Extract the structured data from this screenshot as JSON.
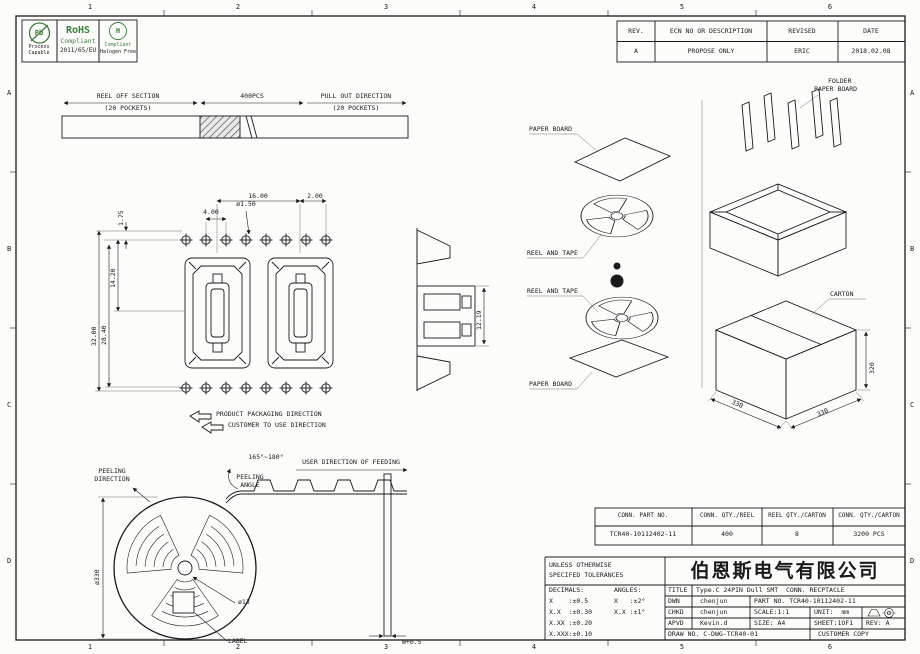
{
  "zones": {
    "cols": [
      "1",
      "2",
      "3",
      "4",
      "5",
      "6"
    ],
    "rows": [
      "A",
      "B",
      "C",
      "D"
    ]
  },
  "badges": {
    "pb": {
      "symbol": "Pb",
      "line1": "Process",
      "line2": "Capable"
    },
    "rohs": {
      "title": "RoHS",
      "line1": "Compliant",
      "line2": "2011/65/EU"
    },
    "halogen": {
      "symbol": "H",
      "line1": "Compliant",
      "line2": "Halogen Free"
    }
  },
  "revision_table": {
    "headers": {
      "rev": "REV.",
      "desc": "ECN NO OR DESCRIPTION",
      "revised": "REVISED",
      "date": "DATE"
    },
    "rows": [
      {
        "rev": "A",
        "desc": "PROPOSE ONLY",
        "revised": "ERIC",
        "date": "2018.02.08"
      }
    ]
  },
  "tape_strip": {
    "reel_off": "REEL OFF SECTION",
    "reel_off_sub": "(20 POCKETS)",
    "qty": "400PCS",
    "pull_out": "PULL OUT DIRECTION",
    "pull_out_sub": "(20 POCKETS)"
  },
  "carrier_tape": {
    "dim_pitch": "16.00",
    "dim_2": "2.00",
    "dim_4": "4.00",
    "dim_hole": "ø1.50",
    "dim_175": "1.75",
    "dim_1420": "14.20",
    "dim_3200": "32.00",
    "dim_2840": "28.40",
    "dim_1219": "12.19",
    "note1": "PRODUCT PACKAGING DIRECTION",
    "note2": "CUSTOMER TO USE DIRECTION"
  },
  "packing": {
    "paper_board_top": "PAPER BOARD",
    "reel_tape_1": "REEL AND TAPE",
    "reel_tape_2": "REEL AND TAPE",
    "paper_board_bottom": "PAPER BOARD",
    "folder1": "FOLDER",
    "folder2": "PAPER BOARD",
    "carton": "CARTON",
    "dim_left": "330",
    "dim_right": "330",
    "dim_height": "320"
  },
  "reel": {
    "peeling1": "PEELING",
    "peeling2": "DIRECTION",
    "angle_range": "165°~180°",
    "pangle1": "PEELING",
    "pangle2": "ANGLE",
    "feeding": "USER DIRECTION OF FEEDING",
    "dia": "ø330",
    "hole": "ø13",
    "label": "LABEL",
    "width": "W+0.5"
  },
  "qty_table": {
    "headers": [
      "CONN. PART NO.",
      "CONN. QTY./REEL",
      "REEL QTY./CARTON",
      "CONN. QTY./CARTON"
    ],
    "rows": [
      [
        "TCR40-10112402-11",
        "400",
        "8",
        "3200 PCS"
      ]
    ]
  },
  "title_block": {
    "unless1": "UNLESS OTHERWISE",
    "unless2": "SPECIFED TOLERANCES",
    "decimals": "DECIMALS:",
    "angles": "ANGLES:",
    "d1": "X    :±0.5",
    "a1": "X   :±2°",
    "d2": "X.X  :±0.30",
    "a2": "X.X :±1°",
    "d3": "X.XX :±0.20",
    "d4": "X.XXX:±0.10",
    "company": "伯恩斯电气有限公司",
    "title_label": "TITLE",
    "title_value": "Type.C 24PIN Dull SMT  CONN. RECPTACLE",
    "dwn": "DWN",
    "dwn_name": "chenjun",
    "part_no": "PART NO. TCR40-10112402-11",
    "chkd": "CHKD",
    "chkd_name": "chenjun",
    "scale": "SCALE:1:1",
    "unit": "UNIT:  mm",
    "apvd": "APVD",
    "apvd_name": "Kevin.d",
    "size": "SIZE: A4",
    "sheet": "SHEET:1OF1",
    "rev": "REV: A",
    "draw_no": "DRAW NO. C-DWG-TCR40-01",
    "customer": "CUSTOMER COPY"
  }
}
